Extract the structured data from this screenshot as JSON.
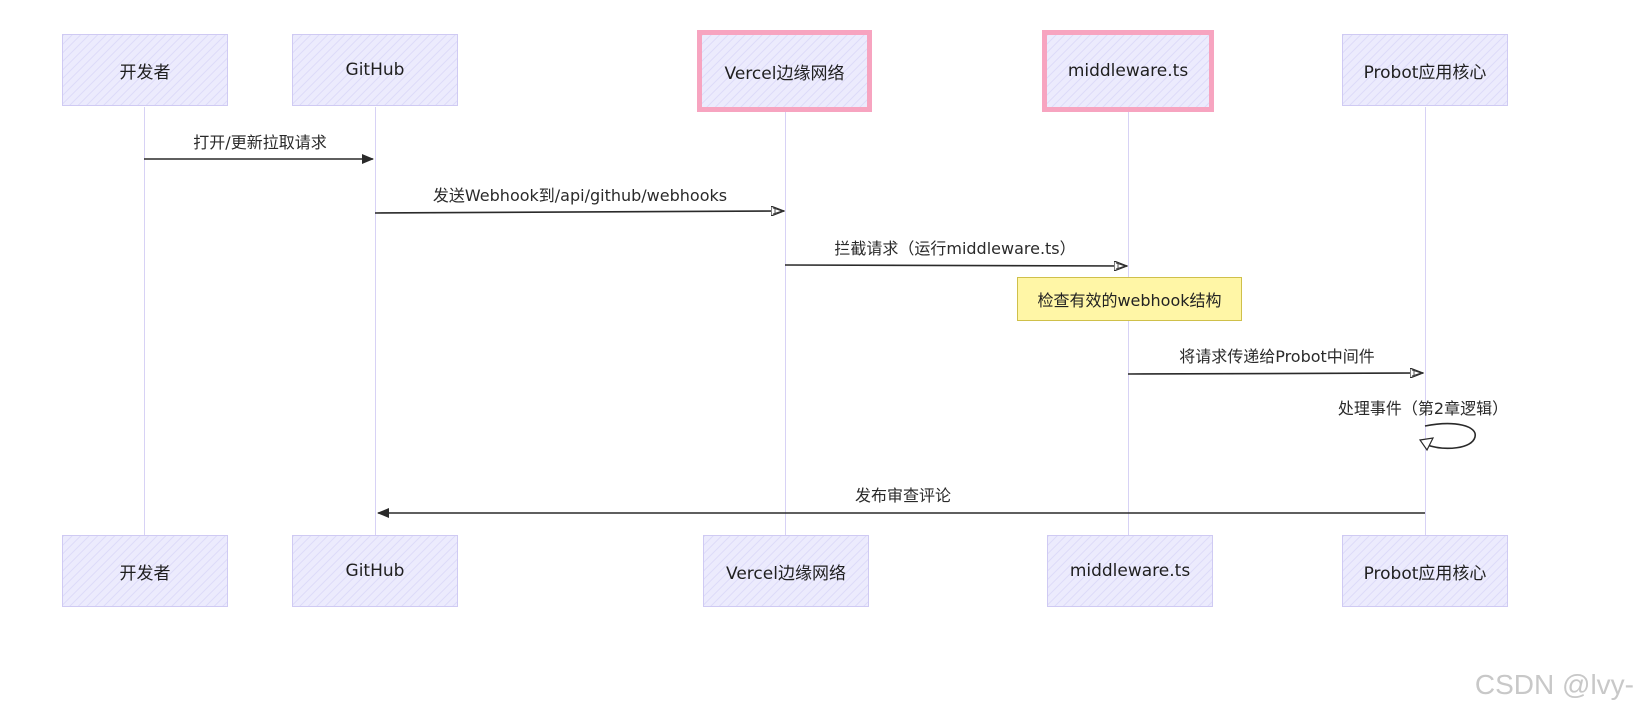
{
  "participants": [
    {
      "id": "dev",
      "label": "开发者",
      "highlight": false
    },
    {
      "id": "github",
      "label": "GitHub",
      "highlight": false
    },
    {
      "id": "vercel",
      "label": "Vercel边缘网络",
      "highlight": true
    },
    {
      "id": "middleware",
      "label": "middleware.ts",
      "highlight": true
    },
    {
      "id": "probot",
      "label": "Probot应用核心",
      "highlight": false
    }
  ],
  "messages": [
    {
      "from": "dev",
      "to": "github",
      "label": "打开/更新拉取请求",
      "style": "solid"
    },
    {
      "from": "github",
      "to": "vercel",
      "label": "发送Webhook到/api/github/webhooks",
      "style": "open"
    },
    {
      "from": "vercel",
      "to": "middleware",
      "label": "拦截请求（运行middleware.ts）",
      "style": "open"
    },
    {
      "from": "middleware",
      "to": "probot",
      "label": "将请求传递给Probot中间件",
      "style": "open"
    },
    {
      "from": "probot",
      "to": "probot",
      "label": "处理事件（第2章逻辑）",
      "style": "self"
    },
    {
      "from": "probot",
      "to": "github",
      "label": "发布审查评论",
      "style": "solid"
    }
  ],
  "note": {
    "over": "middleware",
    "text": "检查有效的webhook结构"
  },
  "watermark": "CSDN @lvy-"
}
